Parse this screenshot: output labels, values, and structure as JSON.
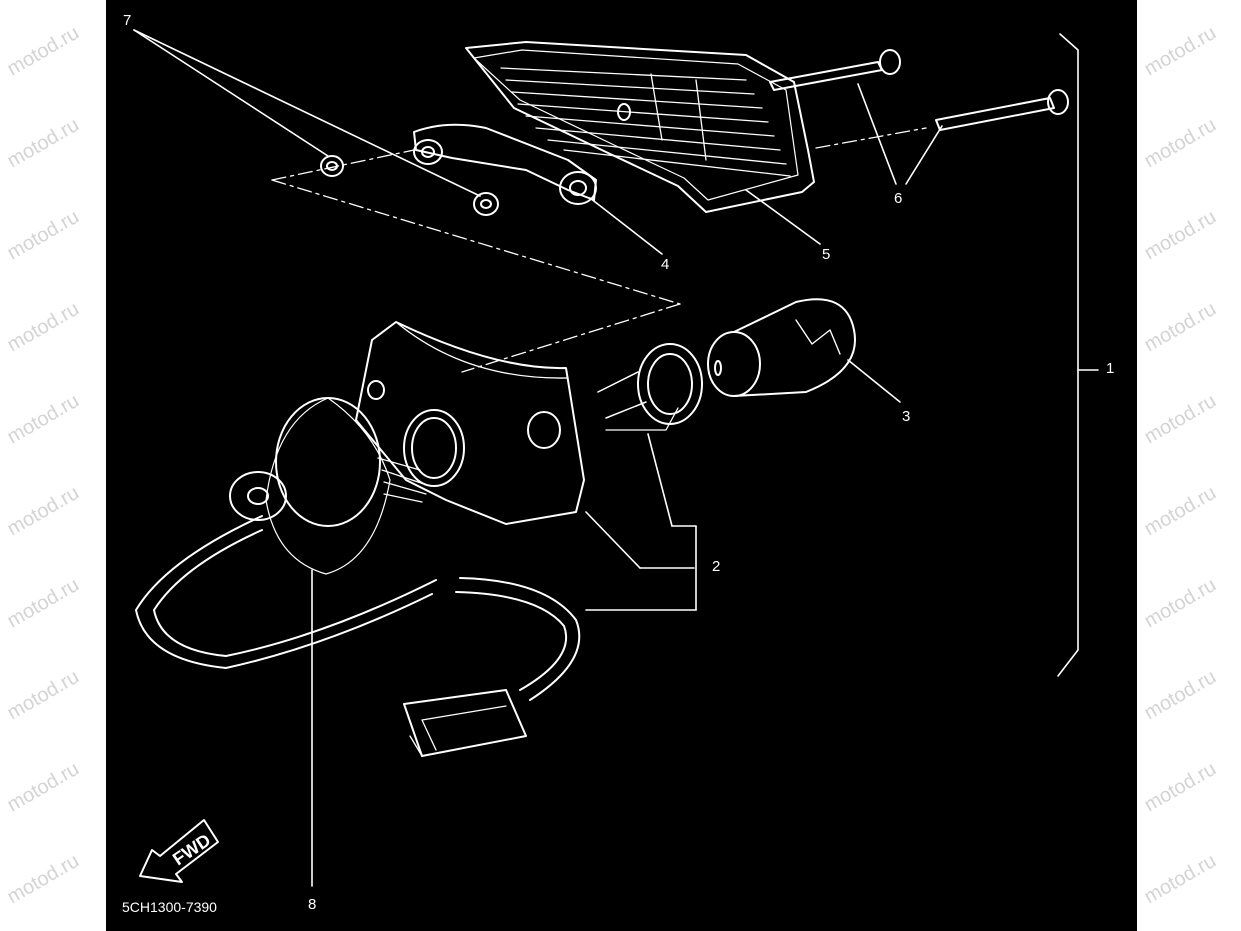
{
  "watermark_text": "motod.ru",
  "diagram": {
    "part_code": "5CH1300-7390",
    "fwd_label": "FWD",
    "callouts": [
      {
        "id": "1",
        "label": "1"
      },
      {
        "id": "2",
        "label": "2"
      },
      {
        "id": "3",
        "label": "3"
      },
      {
        "id": "4",
        "label": "4"
      },
      {
        "id": "5",
        "label": "5"
      },
      {
        "id": "6",
        "label": "6"
      },
      {
        "id": "7",
        "label": "7"
      },
      {
        "id": "8",
        "label": "8"
      }
    ]
  },
  "colors": {
    "background": "#000000",
    "lines": "#ffffff",
    "watermark": "#d4d4d4"
  }
}
